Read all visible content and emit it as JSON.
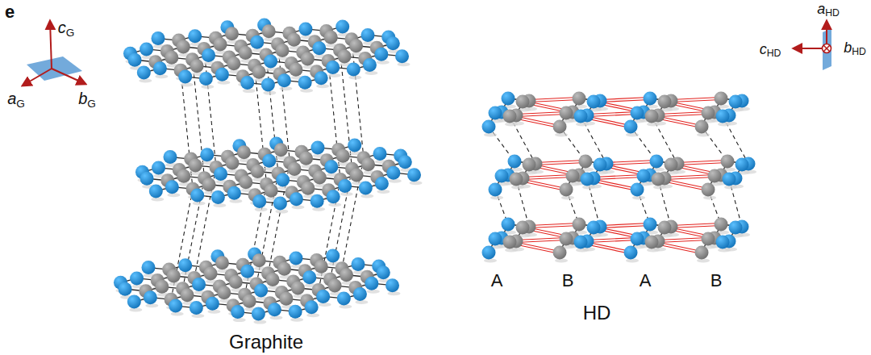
{
  "diagram": {
    "labels": [
      "e",
      "cG",
      "aG",
      "bG",
      "Graphite",
      "aHD",
      "bHD",
      "cHD",
      "HD",
      "A",
      "B",
      "A",
      "B"
    ]
  }
}
